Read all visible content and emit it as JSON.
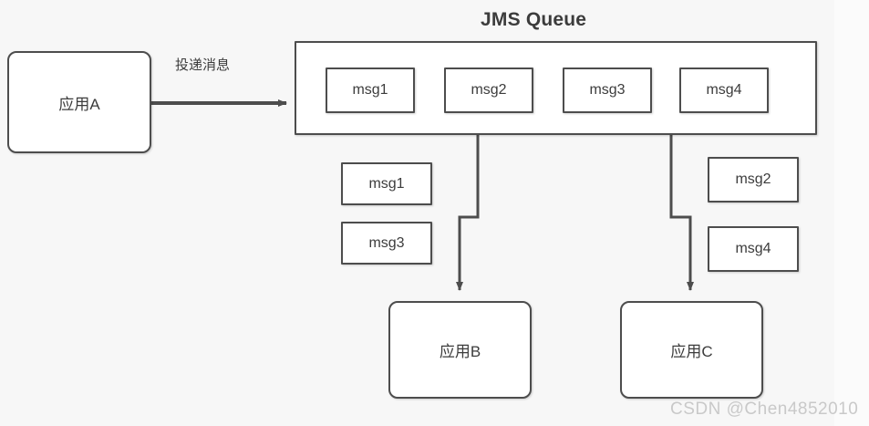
{
  "diagram": {
    "title": "JMS Queue",
    "watermark": "CSDN @Chen4852010",
    "colors": {
      "background": "#f7f7f7",
      "node_fill": "#ffffff",
      "stroke": "#4d4d4d",
      "text": "#3c3c3c",
      "watermark": "#c9c9c9"
    }
  },
  "producer": {
    "label": "应用A"
  },
  "edges": {
    "produce_label": "投递消息"
  },
  "queue": {
    "title": "JMS Queue",
    "messages": [
      {
        "label": "msg1"
      },
      {
        "label": "msg2"
      },
      {
        "label": "msg3"
      },
      {
        "label": "msg4"
      }
    ]
  },
  "consumers": [
    {
      "label": "应用B",
      "received": [
        {
          "label": "msg1"
        },
        {
          "label": "msg3"
        }
      ]
    },
    {
      "label": "应用C",
      "received": [
        {
          "label": "msg2"
        },
        {
          "label": "msg4"
        }
      ]
    }
  ]
}
